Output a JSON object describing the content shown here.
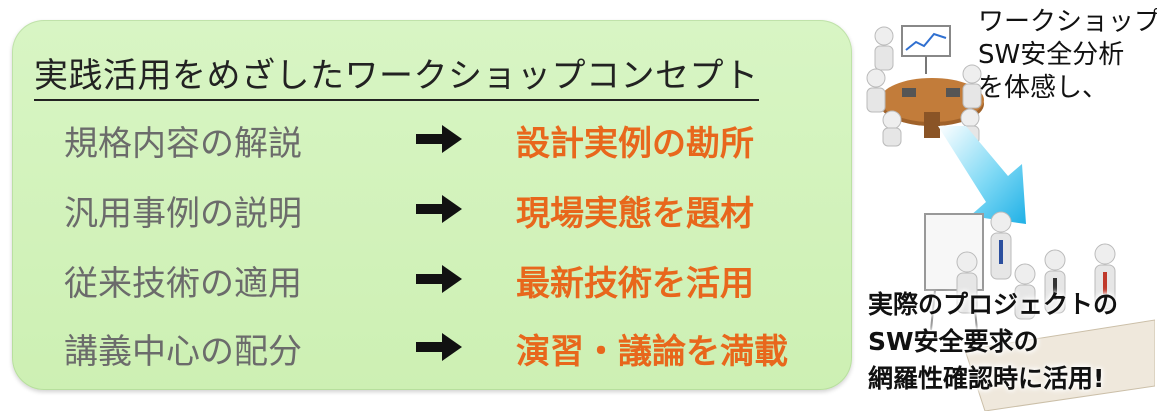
{
  "concept": {
    "title": "実践活用をめざしたワークショップコンセプト",
    "rows": [
      {
        "from": "規格内容の解説",
        "to": "設計実例の勘所"
      },
      {
        "from": "汎用事例の説明",
        "to": "現場実態を題材"
      },
      {
        "from": "従来技術の適用",
        "to": "最新技術を活用"
      },
      {
        "from": "講義中心の配分",
        "to": "演習・議論を満載"
      }
    ],
    "colors": {
      "panel": "#cdf0b3",
      "from_text": "#6b6b6b",
      "to_text": "#e8671c",
      "arrow": "#111111"
    },
    "arrow_icon": "right-arrow-icon"
  },
  "workshop": {
    "caption_lines": [
      "ワークショップで",
      "SW安全分析",
      "を体感し、"
    ],
    "result_lines": [
      "実際のプロジェクトの",
      "SW安全要求の",
      "網羅性確認時に活用!"
    ],
    "flow_arrow_color": "#3cc4ec"
  }
}
